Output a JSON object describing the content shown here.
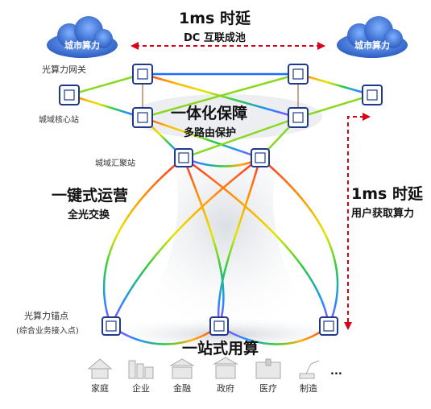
{
  "header": {
    "latency_top": "1ms 时延",
    "dc_pool": "DC 互联成池",
    "cloud_left": "城市算力",
    "cloud_right": "城市算力"
  },
  "labels": {
    "gateway": "光算力网关",
    "core_station": "城域核心站",
    "aggregation_station": "城域汇聚站",
    "integrated_title": "一体化保障",
    "integrated_sub": "多路由保护",
    "onekey_title": "一键式运营",
    "onekey_sub": "全光交换",
    "anchor_line1": "光算力锚点",
    "anchor_line2": "(综合业务接入点)",
    "latency_right": "1ms 时延",
    "latency_right_sub": "用户获取算力",
    "onestop": "一站式用算"
  },
  "categories": [
    {
      "label": "家庭",
      "icon": "house-icon"
    },
    {
      "label": "企业",
      "icon": "enterprise-icon"
    },
    {
      "label": "金融",
      "icon": "bank-icon"
    },
    {
      "label": "政府",
      "icon": "government-icon"
    },
    {
      "label": "医疗",
      "icon": "hospital-icon"
    },
    {
      "label": "制造",
      "icon": "robot-arm-icon"
    }
  ],
  "more": "...",
  "colors": {
    "accent_red": "#d9001b",
    "cloud_blue": "#2f6fd6",
    "node_border": "#1f3a8a"
  }
}
